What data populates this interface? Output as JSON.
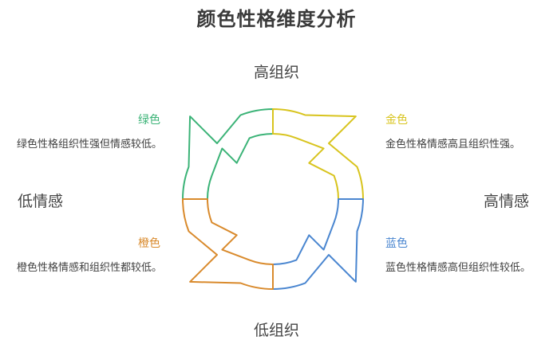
{
  "title": "颜色性格维度分析",
  "axes": {
    "top": "高组织",
    "bottom": "低组织",
    "left": "低情感",
    "right": "高情感"
  },
  "quadrants": {
    "green": {
      "title": "绿色",
      "desc": "绿色性格组织性强但情感较低。",
      "color": "#3bb377"
    },
    "gold": {
      "title": "金色",
      "desc": "金色性格情感高且组织性强。",
      "color": "#d8c41e"
    },
    "orange": {
      "title": "橙色",
      "desc": "橙色性格情感和组织性都较低。",
      "color": "#d98a2c"
    },
    "blue": {
      "title": "蓝色",
      "desc": "蓝色性格情感高但组织性较低。",
      "color": "#4a86d0"
    }
  }
}
